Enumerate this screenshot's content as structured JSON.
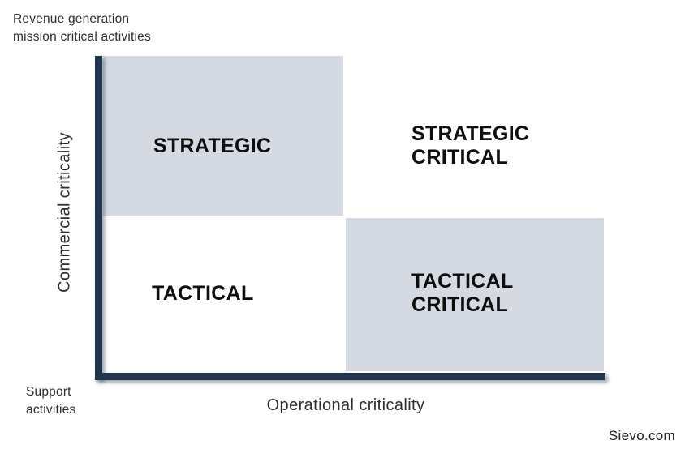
{
  "colors": {
    "background": "#ffffff",
    "quadrant_shaded": "#d5dae2",
    "axis_bar": "#22374e",
    "quadrant_label_text": "#0e0e0e",
    "annotation_text": "#2d2d2d"
  },
  "annotations": {
    "y_high": {
      "line1": "Revenue generation",
      "line2": "mission critical activities"
    },
    "y_low": {
      "line1": "Support",
      "line2": "activities"
    }
  },
  "axes": {
    "y_label": "Commercial criticality",
    "x_label": "Operational criticality"
  },
  "quadrants": [
    {
      "id": "strategic",
      "label": "STRATEGIC",
      "shaded": true
    },
    {
      "id": "strategic-critical",
      "label": "STRATEGIC CRITICAL",
      "shaded": false
    },
    {
      "id": "tactical",
      "label": "TACTICAL",
      "shaded": false
    },
    {
      "id": "tactical-critical",
      "label": "TACTICAL CRITICAL",
      "shaded": true
    }
  ],
  "footer": {
    "brand": "Sievo.com"
  }
}
